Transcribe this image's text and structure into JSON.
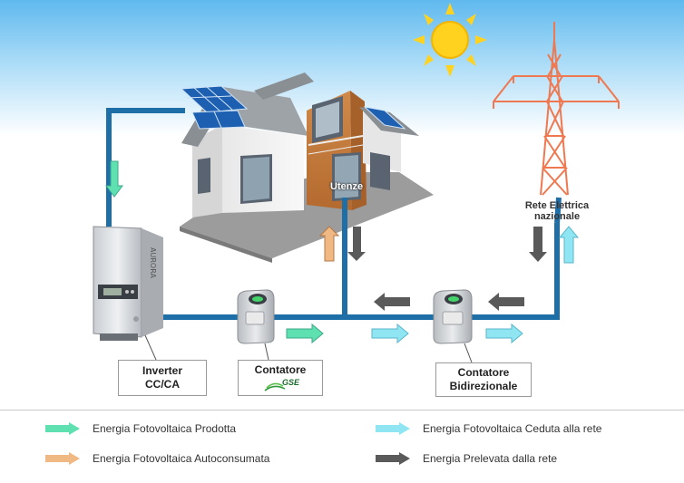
{
  "labels": {
    "utenze": "Utenze",
    "rete_line1": "Rete Elettrica",
    "rete_line2": "nazionale"
  },
  "boxes": {
    "inverter_line1": "Inverter",
    "inverter_line2": "CC/CA",
    "meter": "Contatore",
    "gse_logo": "GSE",
    "bidir_line1": "Contatore",
    "bidir_line2": "Bidirezionale"
  },
  "device": {
    "brand": "AURORA"
  },
  "legend": {
    "produced": "Energia Fotovoltaica Prodotta",
    "self_consumed": "Energia Fotovoltaica Autoconsumata",
    "ceded": "Energia Fotovoltaica Ceduta alla rete",
    "drawn": "Energia Prelevata dalla rete"
  },
  "colors": {
    "cable": "#1e6fa8",
    "produced": "#5fe0b0",
    "self_consumed": "#f0b882",
    "ceded": "#8fe6f2",
    "drawn": "#5a5a5a",
    "tower": "#f07850",
    "sun": "#ffd21f"
  }
}
